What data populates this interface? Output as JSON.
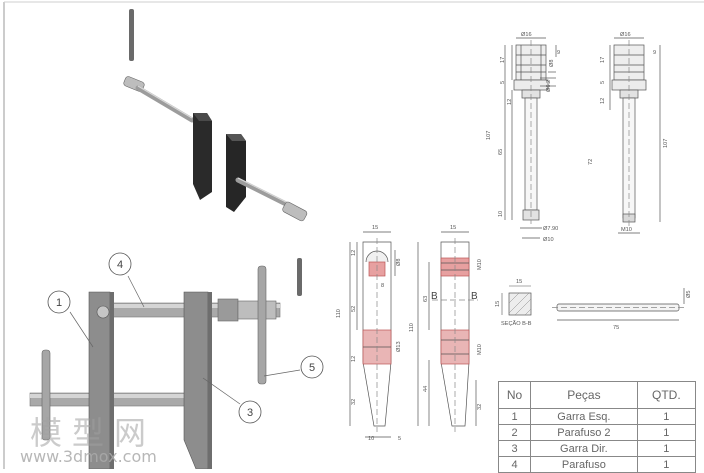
{
  "balloons": [
    "1",
    "4",
    "3",
    "5"
  ],
  "views": {
    "top_screw": {
      "dims": [
        "Ø16",
        "9",
        "17",
        "Ø8",
        "5",
        "12",
        "Ø6.2",
        "107",
        "65",
        "10",
        "Ø7.90",
        "Ø10"
      ]
    },
    "right_screw": {
      "dims": [
        "Ø16",
        "9",
        "17",
        "5",
        "12",
        "72",
        "107",
        "M10"
      ]
    },
    "jaw_left": {
      "dims": [
        "15",
        "12",
        "Ø8",
        "8",
        "110",
        "52",
        "12",
        "Ø13",
        "32",
        "10",
        "5"
      ]
    },
    "jaw_right": {
      "dims": [
        "15",
        "M10",
        "63",
        "110",
        "M10",
        "44",
        "32"
      ]
    },
    "section": {
      "markers": [
        "B",
        "B"
      ],
      "dims": [
        "15",
        "15"
      ],
      "label": "SEÇÃO B-B"
    },
    "pin": {
      "dims": [
        "Ø5",
        "75"
      ]
    }
  },
  "parts_table": {
    "headers": [
      "No",
      "Peças",
      "QTD."
    ],
    "rows": [
      {
        "no": "1",
        "name": "Garra Esq.",
        "qty": "1"
      },
      {
        "no": "2",
        "name": "Parafuso 2",
        "qty": "1"
      },
      {
        "no": "3",
        "name": "Garra Dir.",
        "qty": "1"
      },
      {
        "no": "4",
        "name": "Parafuso",
        "qty": "1"
      }
    ]
  },
  "watermark": {
    "logo": "模型网",
    "url": "www.3dmox.com"
  },
  "colors": {
    "part_dark": "#2e2e2e",
    "part_metal": "#9a9a9a",
    "line": "#555555",
    "hatch_red": "#d04040"
  }
}
